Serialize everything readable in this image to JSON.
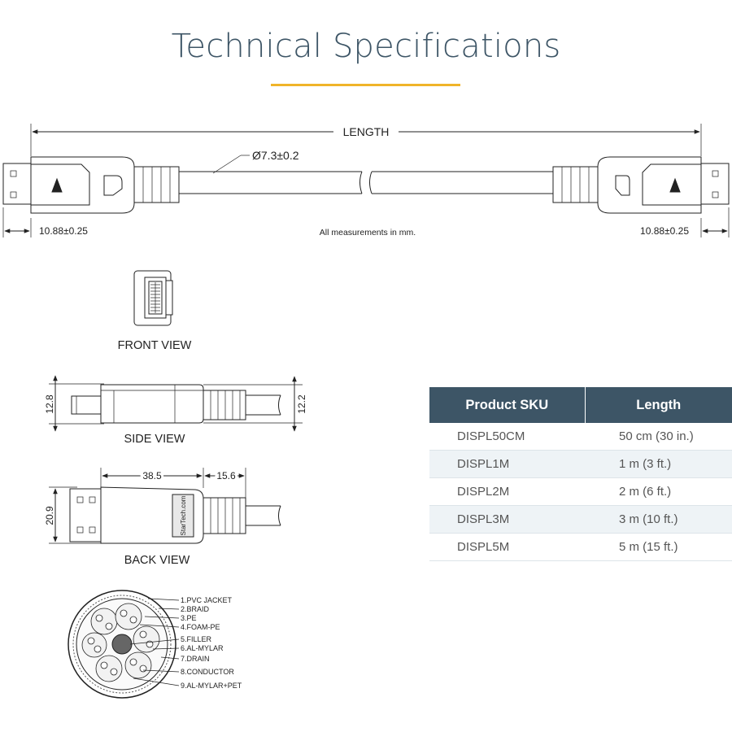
{
  "title": "Technical Specifications",
  "colors": {
    "heading": "#3d5566",
    "accent": "#f0b429",
    "table_header_bg": "#3d5566",
    "row_alt_bg": "#eef3f6"
  },
  "drawing": {
    "length_label": "LENGTH",
    "diameter_label": "Ø7.3±0.2",
    "plug_width_left": "10.88±0.25",
    "plug_width_right": "10.88±0.25",
    "measurement_note": "All measurements in mm.",
    "front_view": "FRONT VIEW",
    "side_view": "SIDE VIEW",
    "side_height_left": "12.8",
    "side_height_right": "12.2",
    "back_view": "BACK VIEW",
    "back_height": "20.9",
    "back_length_body": "38.5",
    "back_length_boot": "15.6",
    "brand_text": "StarTech.com",
    "cross_section_layers": [
      "1.PVC JACKET",
      "2.BRAID",
      "3.PE",
      "4.FOAM-PE",
      "5.FILLER",
      "6.AL-MYLAR",
      "7.DRAIN",
      "8.CONDUCTOR",
      "9.AL-MYLAR+PET"
    ]
  },
  "table": {
    "headers": [
      "Product SKU",
      "Length"
    ],
    "rows": [
      {
        "sku": "DISPL50CM",
        "length": "50 cm (30 in.)"
      },
      {
        "sku": "DISPL1M",
        "length": "1 m (3 ft.)"
      },
      {
        "sku": "DISPL2M",
        "length": "2 m (6 ft.)"
      },
      {
        "sku": "DISPL3M",
        "length": "3 m (10 ft.)"
      },
      {
        "sku": "DISPL5M",
        "length": "5 m (15 ft.)"
      }
    ]
  }
}
